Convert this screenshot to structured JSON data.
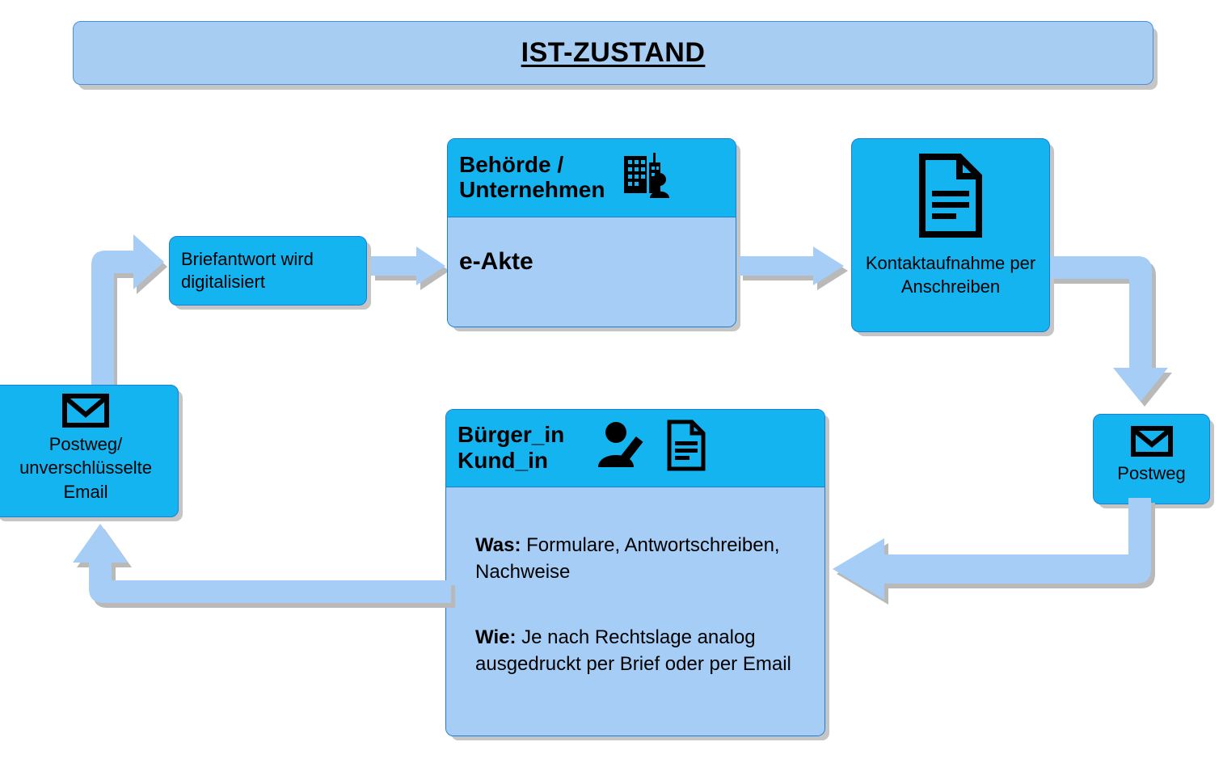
{
  "diagram": {
    "title": "IST-ZUSTAND",
    "nodes": {
      "briefantwort": {
        "label": "Briefantwort wird digitalisiert",
        "icon": "",
        "fill": "#14b4f0"
      },
      "behoerde": {
        "header_label": "Behörde /\nUnternehmen",
        "header_icon": "company-person-icon",
        "body_label": "e-Akte",
        "header_fill": "#14b4f0",
        "body_fill": "#a5cdf5"
      },
      "kontakt": {
        "label": "Kontaktaufnahme per Anschreiben",
        "icon": "document-icon",
        "fill": "#14b4f0"
      },
      "postweg_rechts": {
        "label": "Postweg",
        "icon": "envelope-icon",
        "fill": "#14b4f0"
      },
      "postweg_email": {
        "label": "Postweg/ unverschlüsselte Email",
        "icon": "envelope-icon",
        "fill": "#14b4f0"
      },
      "buerger": {
        "header_label": "Bürger_in\nKund_in",
        "header_icon_1": "person-writing-icon",
        "header_icon_2": "document-icon",
        "body_was_key": "Was:",
        "body_was_value": " Formulare, Antwortschreiben, Nachweise",
        "body_wie_key": "Wie:",
        "body_wie_value": " Je nach Rechtslage analog ausgedruckt per Brief oder per Email",
        "header_fill": "#14b4f0",
        "body_fill": "#a5cdf5"
      }
    },
    "arrows": {
      "a1_email_to_brief": "elbow-up-right-arrow",
      "a2_brief_to_behoerde": "right-arrow",
      "a3_behoerde_to_kontakt": "right-arrow",
      "a4_kontakt_to_postweg": "elbow-right-down-arrow",
      "a5_postweg_to_buerger": "elbow-down-left-arrow",
      "a6_buerger_to_email": "elbow-left-up-arrow"
    },
    "colors": {
      "node_fill": "#14b4f0",
      "node_fill_light": "#a5cdf5",
      "node_border": "#1a7fd4",
      "title_fill": "#a8cdf2",
      "arrow_fill": "#a5cdf5",
      "shadow": "#969696",
      "text": "#000000"
    }
  }
}
